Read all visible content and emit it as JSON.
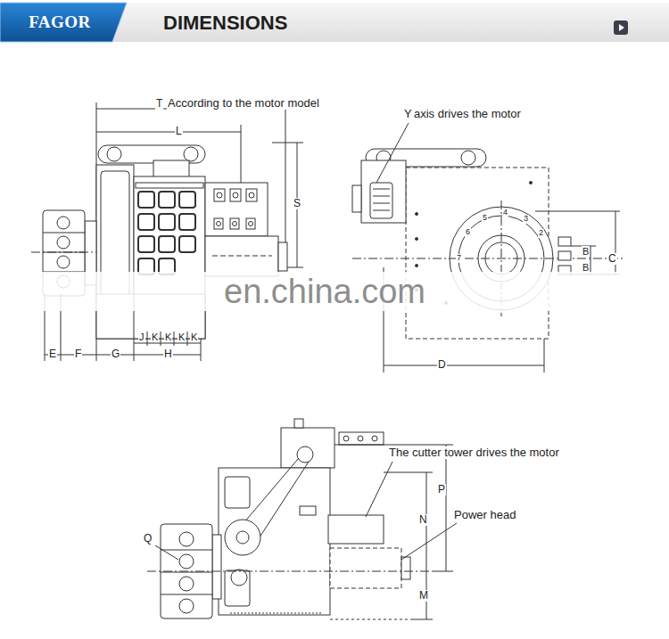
{
  "diagram": {
    "title": "DIMENSIONS",
    "nodes": [
      {
        "text": [
          "FAGOR"
        ]
      }
    ],
    "edges": [],
    "labels": [
      "T",
      "According to the motor model",
      "L",
      "S",
      "E",
      "F",
      "G",
      "H",
      "J",
      "K",
      "K",
      "K",
      "K",
      "Y",
      "axis drives the motor",
      "B",
      "B",
      "C",
      "D",
      "7",
      "6",
      "5",
      "4",
      "3",
      "2",
      "en.china.com",
      "The cutter tower drives the motor",
      "Power head",
      "Q",
      "P",
      "N",
      "M"
    ]
  }
}
